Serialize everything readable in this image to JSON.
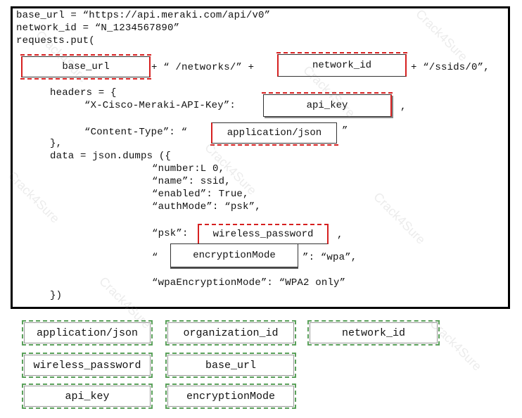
{
  "code": {
    "lines": {
      "l1": "base_url = “https://api.meraki.com/api/v0”",
      "l2": "network_id = “N_1234567890”",
      "l3": "requests.put(",
      "l4_mid": "+ “ /networks/” +",
      "l4_end": "+ “/ssids/0”,",
      "l5": "headers = {",
      "l6": "“X-Cisco-Meraki-API-Key”:",
      "l6_end": ",",
      "l7": "“Content-Type”: “",
      "l7_end": "”",
      "l8": "},",
      "l9": "data = json.dumps ({",
      "l10": "“number:L 0,",
      "l11": "“name”: ssid,",
      "l12": "“enabled”: True,",
      "l13": "“authMode”: “psk”,",
      "l14": "“psk”:",
      "l14_end": ",",
      "l15": "“",
      "l15_end": "”: “wpa”,",
      "l16": "“wpaEncryptionMode”: “WPA2 only”",
      "l17": "})"
    },
    "slots": {
      "base_url": "base_url",
      "network_id": "network_id",
      "api_key": "api_key",
      "content_type": "application/json",
      "psk": "wireless_password",
      "encryption": "encryptionMode"
    }
  },
  "options": [
    "application/json",
    "organization_id",
    "network_id",
    "wireless_password",
    "base_url",
    "api_key",
    "encryptionMode"
  ],
  "watermark_text": "Crack4Sure",
  "colors": {
    "slot_accent": "#d62020",
    "option_accent": "#5aa05a"
  }
}
